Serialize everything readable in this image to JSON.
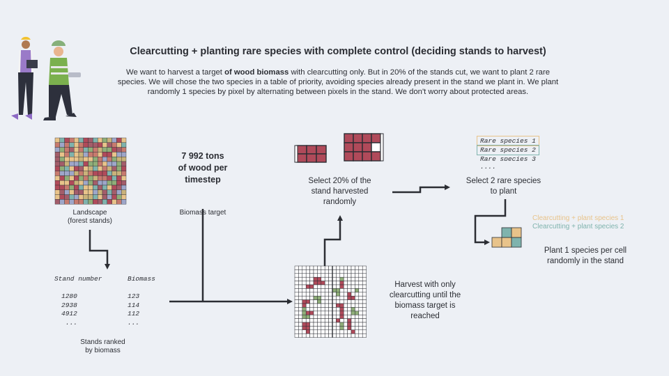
{
  "title": "Clearcutting + planting rare species with complete control (deciding stands to harvest)",
  "intro": {
    "before_bold": "We want to harvest a target ",
    "bold": "of wood biomass",
    "after_bold": " with clearcutting only. But in 20% of the stands cut, we want to plant 2 rare species. We will chose the two species in a table of priority, avoiding species already present in the stand we plant in. We plant randomly 1 species by pixel by alternating between pixels in the stand. We don't worry about protected areas."
  },
  "landscape": {
    "label_line1": "Landscape",
    "label_line2": "(forest stands)"
  },
  "target": {
    "line1": "7 992 tons",
    "line2": "of wood per",
    "line3": "timestep",
    "caption": "Biomass target"
  },
  "table": {
    "col1": "Stand number",
    "col2": "Biomass",
    "rows": [
      {
        "stand": "1280",
        "biomass": "123"
      },
      {
        "stand": "2938",
        "biomass": "114"
      },
      {
        "stand": "4912",
        "biomass": "112"
      },
      {
        "stand": "...",
        "biomass": "..."
      }
    ],
    "caption_line1": "Stands ranked",
    "caption_line2": "by biomass"
  },
  "harvest": {
    "line1": "Harvest with only",
    "line2": "clearcutting until the",
    "line3": "biomass target is",
    "line4": "reached"
  },
  "select": {
    "line1": "Select 20% of the",
    "line2": "stand harvested",
    "line3": "randomly"
  },
  "rare": {
    "species1": "Rare species 1",
    "species2": "Rare species 2",
    "species3": "Rare species 3",
    "more": "....",
    "line1": "Select 2 rare species",
    "line2": "to plant"
  },
  "plant": {
    "legend1": "Clearcutting + plant species 1",
    "legend2": "Clearcutting + plant species 2",
    "line1": "Plant 1 species per cell",
    "line2": "randomly in the stand"
  },
  "colors": {
    "harvest": "#b04a5a",
    "green": "#8fae78",
    "species1": "#e8c38a",
    "species2": "#7fb3ad",
    "arrow": "#2b2d33",
    "background": "#edf0f5"
  },
  "icons": [
    "workers-illustration",
    "clipboard-icon",
    "chainsaw-icon"
  ]
}
